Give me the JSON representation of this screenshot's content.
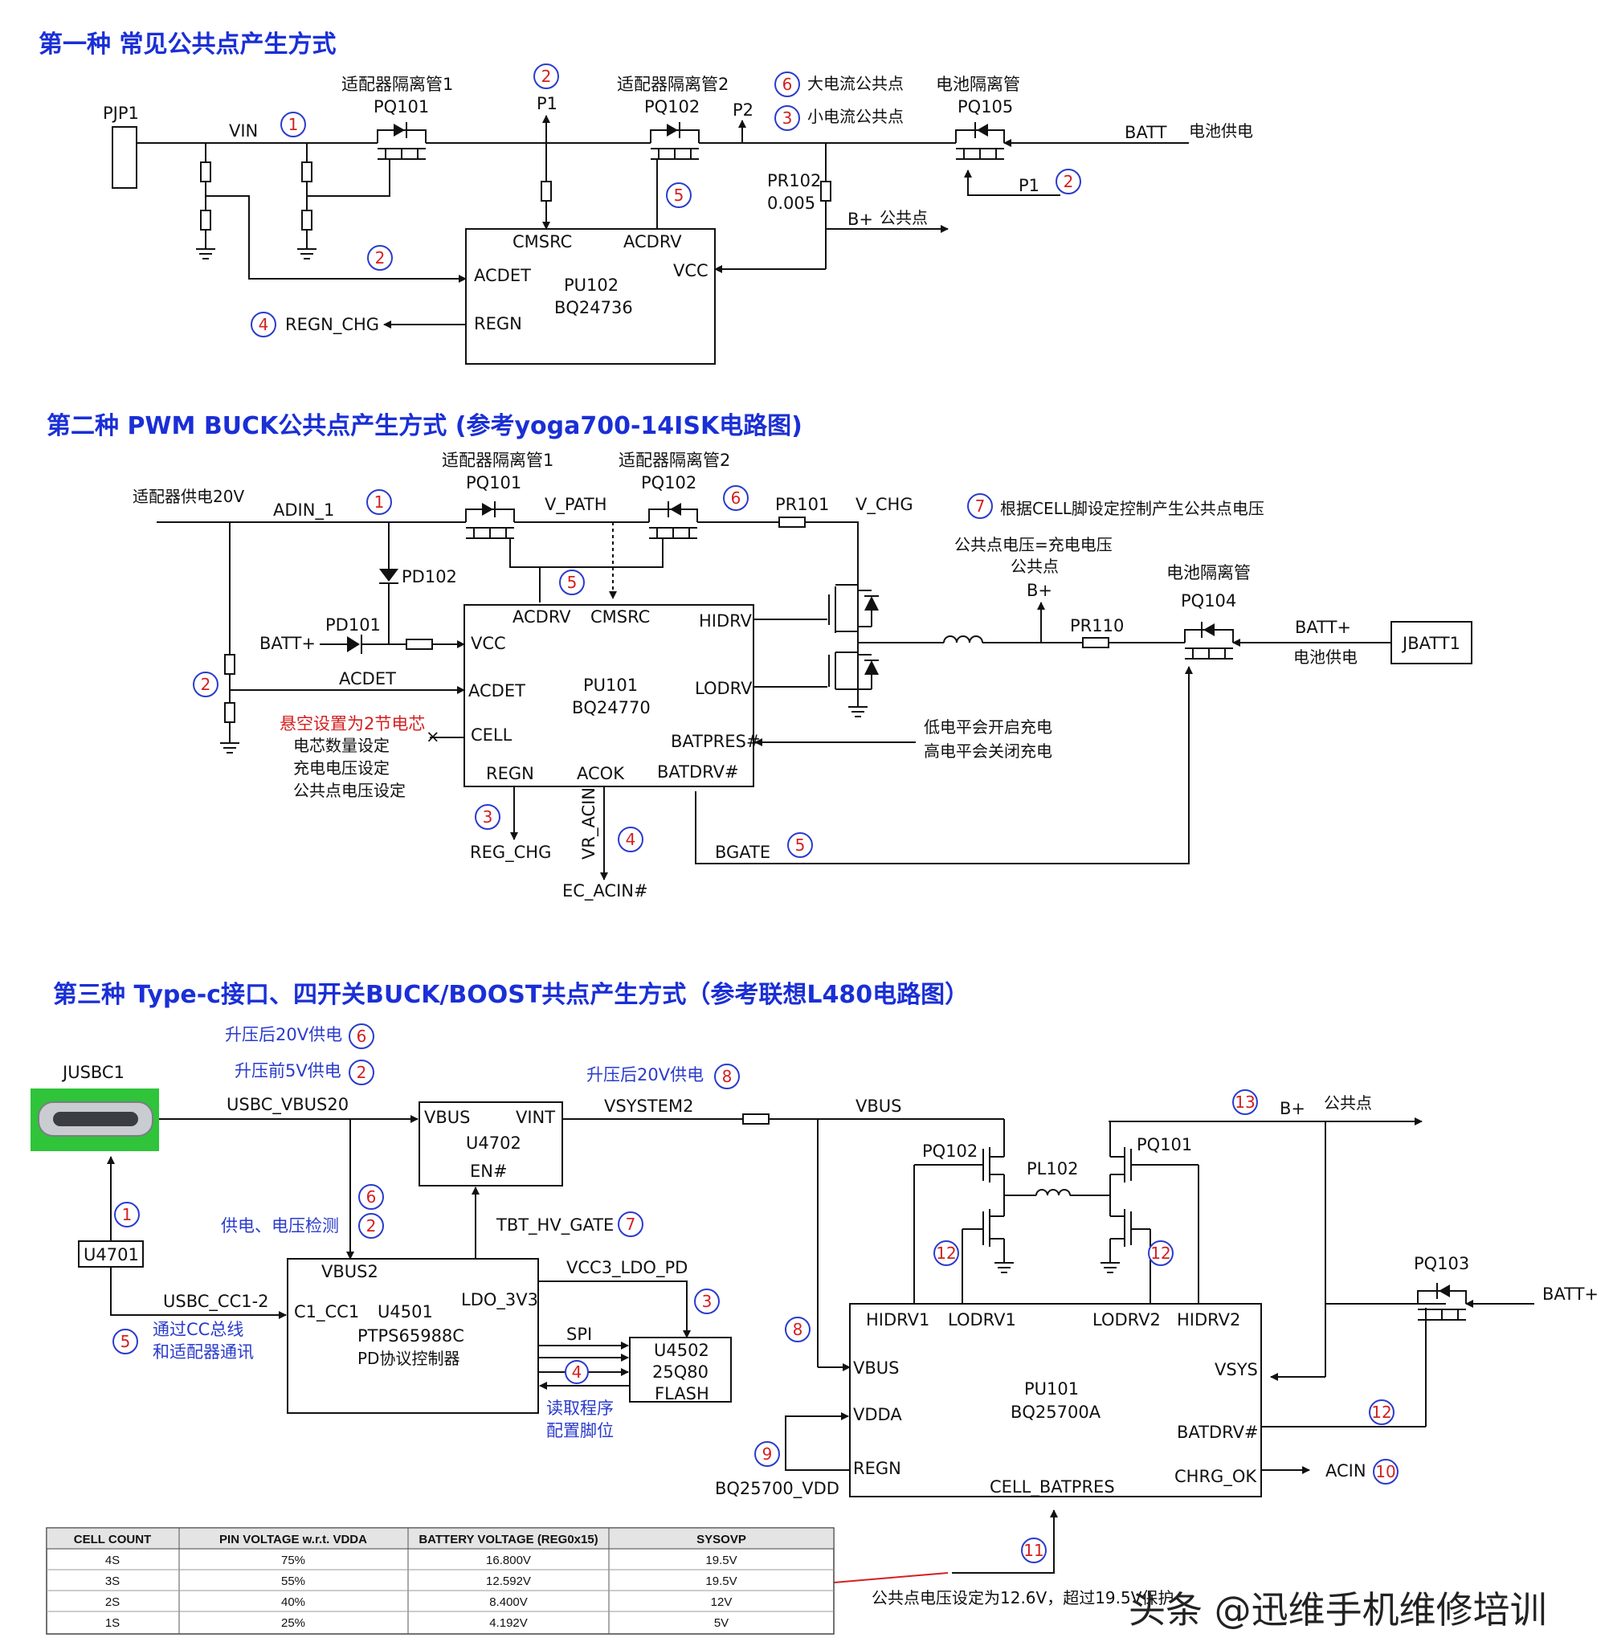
{
  "sec1": {
    "title": "第一种 常见公共点产生方式",
    "pjp1": "PJP1",
    "vin": "VIN",
    "pq101_desc": "适配器隔离管1",
    "pq101": "PQ101",
    "p1": "P1",
    "pq102_desc": "适配器隔离管2",
    "pq102": "PQ102",
    "p2": "P2",
    "big_common": "大电流公共点",
    "small_common": "小电流公共点",
    "pq105_desc": "电池隔离管",
    "pq105": "PQ105",
    "batt": "BATT",
    "batt_supply": "电池供电",
    "p1b": "P1",
    "pr102": "PR102",
    "pr102_val": "0.005",
    "bplus": "B+",
    "common": "公共点",
    "cmsrc": "CMSRC",
    "acdrv": "ACDRV",
    "acdet": "ACDET",
    "vcc": "VCC",
    "pu102": "PU102",
    "bq": "BQ24736",
    "regn": "REGN",
    "regn_chg": "REGN_CHG",
    "n1": "1",
    "n2": "2",
    "n2b": "2",
    "n2c": "2",
    "n3": "3",
    "n4": "4",
    "n5": "5",
    "n6": "6"
  },
  "sec2": {
    "title": "第二种 PWM BUCK公共点产生方式 (参考yoga700-14ISK电路图)",
    "adapter": "适配器供电20V",
    "adin": "ADIN_1",
    "pq101_desc": "适配器隔离管1",
    "pq101": "PQ101",
    "vpath": "V_PATH",
    "pq102_desc": "适配器隔离管2",
    "pq102": "PQ102",
    "pr101": "PR101",
    "vchg": "V_CHG",
    "note7": "根据CELL脚设定控制产生公共点电压",
    "eq": "公共点电压=充电电压",
    "common": "公共点",
    "bplus": "B+",
    "batt_iso": "电池隔离管",
    "pq104": "PQ104",
    "pr110": "PR110",
    "battp": "BATT+",
    "batt_supply": "电池供电",
    "jbatt": "JBATT1",
    "pd102": "PD102",
    "pd101": "PD101",
    "battp_in": "BATT+",
    "acdet_net": "ACDET",
    "acdrv": "ACDRV",
    "cmsrc": "CMSRC",
    "hidrv": "HIDRV",
    "vcc": "VCC",
    "acdet": "ACDET",
    "pu101": "PU101",
    "bq": "BQ24770",
    "lodrv": "LODRV",
    "cell": "CELL",
    "batpres": "BATPRES#",
    "regn": "REGN",
    "acok": "ACOK",
    "batdrv": "BATDRV#",
    "float_note": "悬空设置为2节电芯",
    "cell_note1": "电芯数量设定",
    "cell_note2": "充电电压设定",
    "cell_note3": "公共点电压设定",
    "low_note": "低电平会开启充电",
    "high_note": "高电平会关闭充电",
    "reg_chg": "REG_CHG",
    "vr_acin": "VR_ACIN",
    "ec_acin": "EC_ACIN#",
    "bgate": "BGATE",
    "n1": "1",
    "n2": "2",
    "n3": "3",
    "n4": "4",
    "n5": "5",
    "n5b": "5",
    "n6": "6",
    "n7": "7"
  },
  "sec3": {
    "title": "第三种 Type-c接口、四开关BUCK/BOOST共点产生方式（参考联想L480电路图）",
    "boost20": "升压后20V供电",
    "pre5": "升压前5V供电",
    "boost20b": "升压后20V供电",
    "jusbc": "JUSBC1",
    "usbc_vbus": "USBC_VBUS20",
    "vbus": "VBUS",
    "vint": "VINT",
    "u4702": "U4702",
    "en": "EN#",
    "vsystem2": "VSYSTEM2",
    "vbus_net": "VBUS",
    "bplus": "B+",
    "common": "公共点",
    "pq102": "PQ102",
    "pl102": "PL102",
    "pq101": "PQ101",
    "u4701": "U4701",
    "power_detect": "供电、电压检测",
    "tbt": "TBT_HV_GATE",
    "vbus2": "VBUS2",
    "usbc_cc": "USBC_CC1-2",
    "c1cc1": "C1_CC1",
    "u4501": "U4501",
    "ptps": "PTPS65988C",
    "pd_ctrl": "PD协议控制器",
    "ldo": "LDO_3V3",
    "vcc3": "VCC3_LDO_PD",
    "spi": "SPI",
    "u4502": "U4502",
    "q80": "25Q80",
    "flash": "FLASH",
    "cc_note1": "通过CC总线",
    "cc_note2": "和适配器通讯",
    "read1": "读取程序",
    "read2": "配置脚位",
    "pq103": "PQ103",
    "battp": "BATT+",
    "hidrv1": "HIDRV1",
    "lodrv1": "LODRV1",
    "lodrv2": "LODRV2",
    "hidrv2": "HIDRV2",
    "vbus_pin": "VBUS",
    "vsys": "VSYS",
    "pu101": "PU101",
    "bq": "BQ25700A",
    "vdda": "VDDA",
    "batdrv": "BATDRV#",
    "regn": "REGN",
    "chrg_ok": "CHRG_OK",
    "acin": "ACIN",
    "bq_vdd": "BQ25700_VDD",
    "cell_batpres": "CELL_BATPRES",
    "common_note": "公共点电压设定为12.6V，超过19.5V保护",
    "n1": "1",
    "n2": "2",
    "n2b": "2",
    "n3": "3",
    "n4": "4",
    "n5": "5",
    "n6": "6",
    "n6b": "6",
    "n7": "7",
    "n8": "8",
    "n8b": "8",
    "n9": "9",
    "n10": "10",
    "n11": "11",
    "n12": "12",
    "n12b": "12",
    "n12c": "12",
    "n13": "13"
  },
  "table": {
    "headers": [
      "CELL COUNT",
      "PIN VOLTAGE w.r.t. VDDA",
      "BATTERY VOLTAGE (REG0x15)",
      "SYSOVP"
    ],
    "rows": [
      [
        "4S",
        "75%",
        "16.800V",
        "19.5V"
      ],
      [
        "3S",
        "55%",
        "12.592V",
        "19.5V"
      ],
      [
        "2S",
        "40%",
        "8.400V",
        "12V"
      ],
      [
        "1S",
        "25%",
        "4.192V",
        "5V"
      ]
    ]
  },
  "watermark": "头条 @迅维手机维修培训",
  "colors": {
    "title": "#1a2fd6",
    "annotation": "#2a3bcc",
    "marker": "#d42020"
  }
}
